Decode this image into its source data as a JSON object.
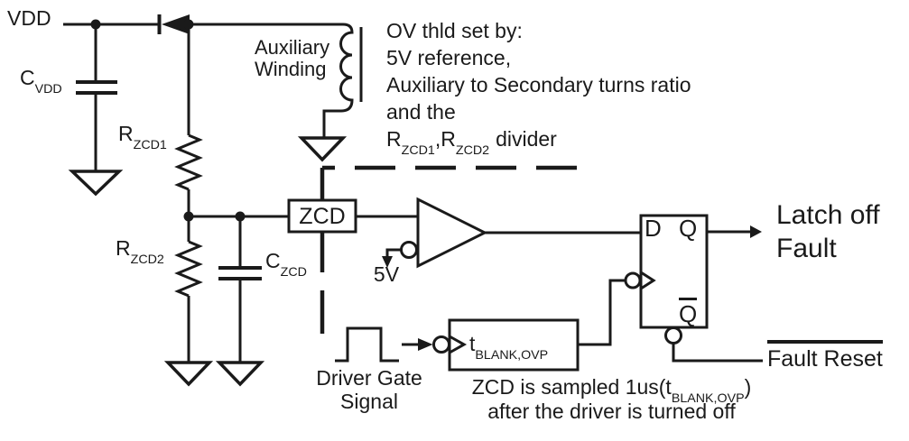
{
  "labels": {
    "vdd": "VDD",
    "cvdd_base": "C",
    "cvdd_sub": "VDD",
    "rzcd1_base": "R",
    "rzcd1_sub": "ZCD1",
    "rzcd2_base": "R",
    "rzcd2_sub": "ZCD2",
    "czcd_base": "C",
    "czcd_sub": "ZCD",
    "aux_line1": "Auxiliary",
    "aux_line2": "Winding",
    "zcd_block": "ZCD",
    "ref_5v": "5V",
    "dff_d": "D",
    "dff_q": "Q",
    "dff_qbar": "Q",
    "tblank_base": "t",
    "tblank_sub": "BLANK,OVP",
    "driver_line1": "Driver Gate",
    "driver_line2": "Signal",
    "latch_line1": "Latch off",
    "latch_line2": "Fault",
    "fault_reset": "Fault Reset"
  },
  "annotations": {
    "ov_line1": "OV thld set by:",
    "ov_line2": "5V reference,",
    "ov_line3": "Auxiliary to Secondary turns ratio",
    "ov_line4": "and the",
    "ov_line5_r1_base": "R",
    "ov_line5_r1_sub": "ZCD1",
    "ov_line5_comma": ",",
    "ov_line5_r2_base": "R",
    "ov_line5_r2_sub": "ZCD2",
    "ov_line5_tail": "divider",
    "sample_line1_pre": "ZCD is sampled 1us(t",
    "sample_line1_sub": "BLANK,OVP",
    "sample_line1_post": ")",
    "sample_line2": "after the driver is turned off"
  },
  "colors": {
    "ink": "#1a1a1a",
    "background": "#ffffff"
  }
}
